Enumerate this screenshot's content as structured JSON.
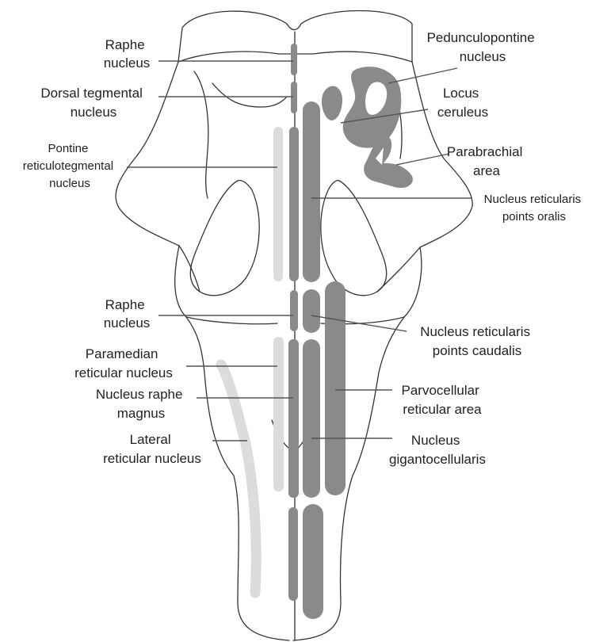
{
  "colors": {
    "dark_nucleus": "#8a8a8a",
    "light_nucleus": "#dcdcdc",
    "outline": "#333333",
    "label_text": "#222222"
  },
  "labels_left": {
    "raphe_top": [
      "Raphe",
      "nucleus"
    ],
    "dorsal_tegmental": [
      "Dorsal tegmental",
      "nucleus"
    ],
    "pontine_reticulotegmental": [
      "Pontine",
      "reticulotegmental",
      "nucleus"
    ],
    "raphe_lower": [
      "Raphe",
      "nucleus"
    ],
    "paramedian_reticular": [
      "Paramedian",
      "reticular nucleus"
    ],
    "raphe_magnus": [
      "Nucleus raphe",
      "magnus"
    ],
    "lateral_reticular": [
      "Lateral",
      "reticular nucleus"
    ]
  },
  "labels_right": {
    "pedunculopontine": [
      "Pedunculopontine",
      "nucleus"
    ],
    "locus_ceruleus": [
      "Locus",
      "ceruleus"
    ],
    "parabrachial": [
      "Parabrachial",
      "area"
    ],
    "reticularis_oralis": [
      "Nucleus reticularis",
      "points oralis"
    ],
    "reticularis_caudalis": [
      "Nucleus reticularis",
      "points caudalis"
    ],
    "parvocellular": [
      "Parvocellular",
      "reticular area"
    ],
    "gigantocellularis": [
      "Nucleus",
      "gigantocellularis"
    ]
  }
}
